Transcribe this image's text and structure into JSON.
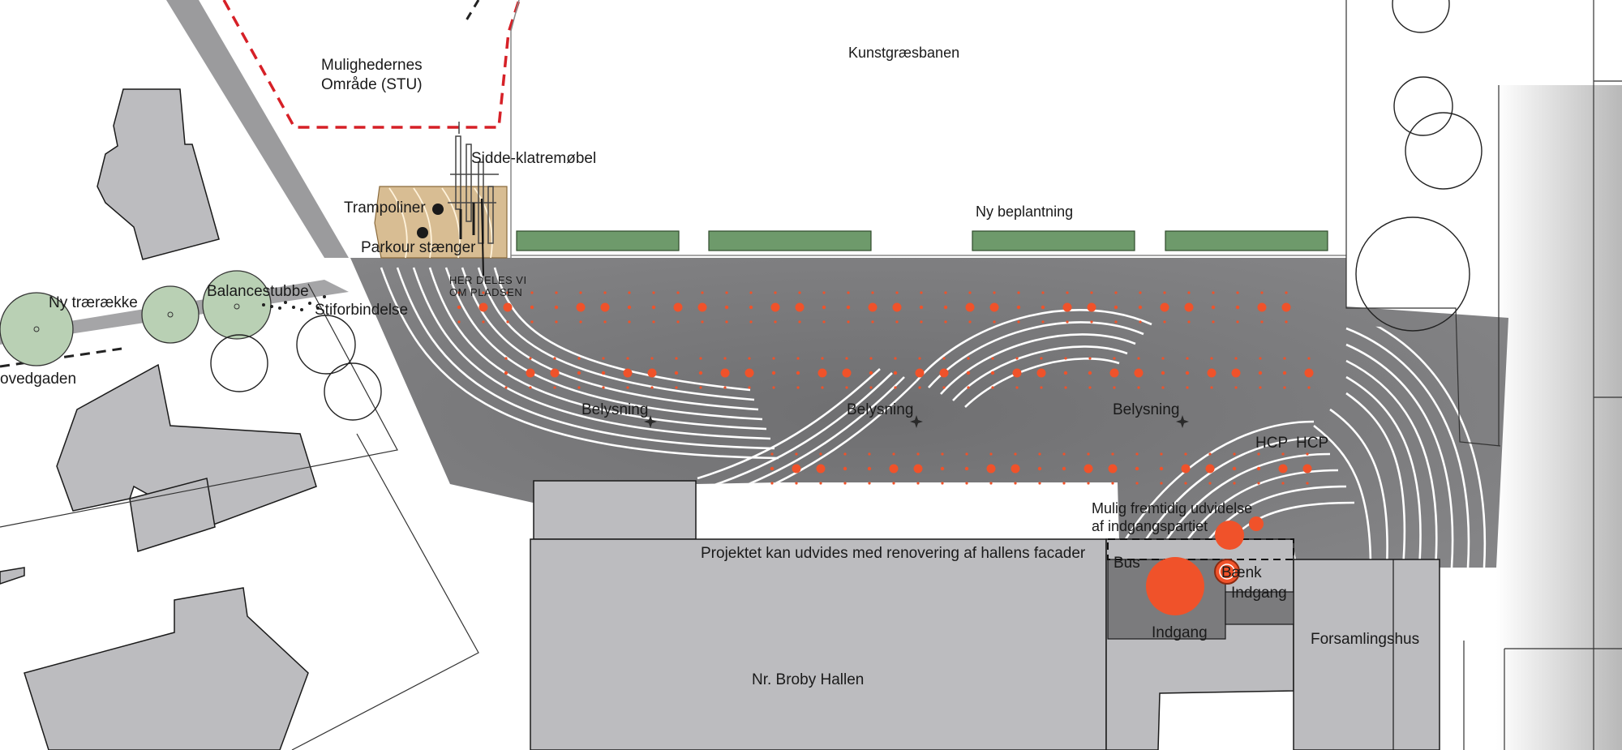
{
  "labels": {
    "stu_line1": "Mulighedernes",
    "stu_line2": "Område (STU)",
    "kunstgraes": "Kunstgræsbanen",
    "sidde_klatre": "Sidde-klatremøbel",
    "trampoliner": "Trampoliner",
    "parkour": "Parkour stænger",
    "ny_beplantning": "Ny beplantning",
    "ny_traeraekke": "Ny trærække",
    "balancestubbe": "Balancestubbe",
    "stiforbindelse": "Stiforbindelse",
    "her_deles_1": "HER DELES VI",
    "her_deles_2": "OM PLADSEN",
    "street": "ovedgaden",
    "belysning": "Belysning",
    "hcp": "HCP",
    "udvidelse_1": "Mulig fremtidig udvidelse",
    "udvidelse_2": "af indgangspartiet",
    "projektet": "Projektet kan udvides med renovering af hallens facader",
    "bus": "Bus",
    "baenk": "Bænk",
    "indgang": "Indgang",
    "forsamlingshus": "Forsamlingshus",
    "hallen": "Nr. Broby Hallen"
  },
  "colors": {
    "plaza": "#7b7b7d",
    "building": "#bcbcbf",
    "lighting": "#f0522a",
    "planting": "#6e9a6b",
    "wood": "#d8bd93",
    "tree_fill": "#b9d0b4",
    "boundary": "#d62027"
  }
}
